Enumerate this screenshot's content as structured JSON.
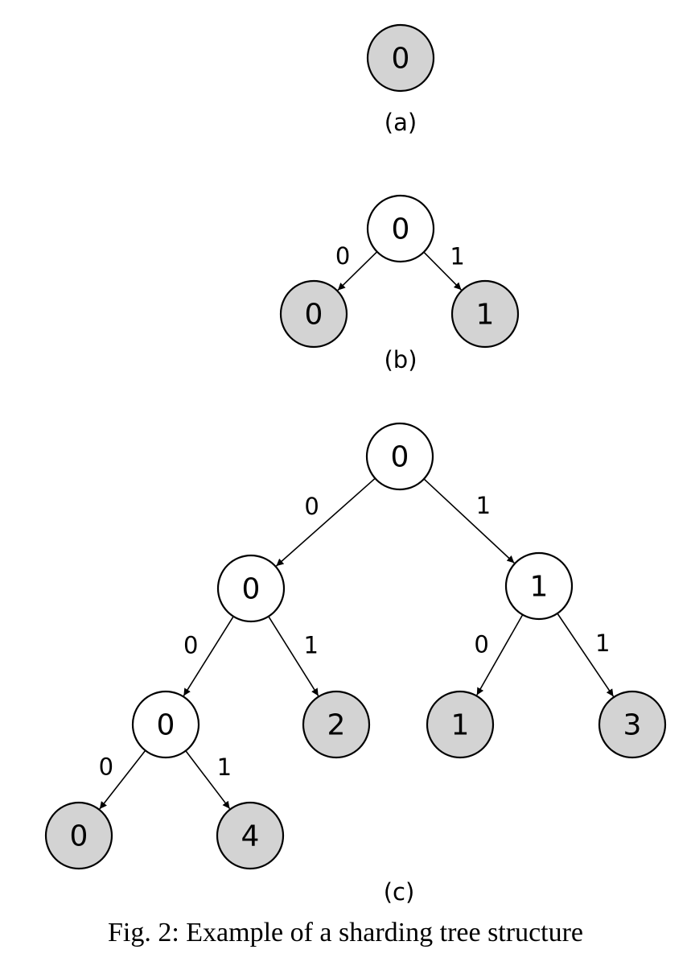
{
  "colors": {
    "leaf_fill": "#d3d3d3",
    "internal_fill": "#ffffff",
    "stroke": "#000000"
  },
  "caption": "Fig. 2: Example of a sharding tree structure",
  "subfigures": [
    {
      "id": "a",
      "label": "(a)",
      "nodes": [
        {
          "id": "a0",
          "label": "0",
          "kind": "leaf"
        }
      ],
      "edges": []
    },
    {
      "id": "b",
      "label": "(b)",
      "nodes": [
        {
          "id": "b_root",
          "label": "0",
          "kind": "internal"
        },
        {
          "id": "b_l",
          "label": "0",
          "kind": "leaf"
        },
        {
          "id": "b_r",
          "label": "1",
          "kind": "leaf"
        }
      ],
      "edges": [
        {
          "from": "b_root",
          "to": "b_l",
          "label": "0"
        },
        {
          "from": "b_root",
          "to": "b_r",
          "label": "1"
        }
      ]
    },
    {
      "id": "c",
      "label": "(c)",
      "nodes": [
        {
          "id": "c_root",
          "label": "0",
          "kind": "internal"
        },
        {
          "id": "c_l",
          "label": "0",
          "kind": "internal"
        },
        {
          "id": "c_r",
          "label": "1",
          "kind": "internal"
        },
        {
          "id": "c_ll",
          "label": "0",
          "kind": "internal"
        },
        {
          "id": "c_lr",
          "label": "2",
          "kind": "leaf"
        },
        {
          "id": "c_rl",
          "label": "1",
          "kind": "leaf"
        },
        {
          "id": "c_rr",
          "label": "3",
          "kind": "leaf"
        },
        {
          "id": "c_lll",
          "label": "0",
          "kind": "leaf"
        },
        {
          "id": "c_llr",
          "label": "4",
          "kind": "leaf"
        }
      ],
      "edges": [
        {
          "from": "c_root",
          "to": "c_l",
          "label": "0"
        },
        {
          "from": "c_root",
          "to": "c_r",
          "label": "1"
        },
        {
          "from": "c_l",
          "to": "c_ll",
          "label": "0"
        },
        {
          "from": "c_l",
          "to": "c_lr",
          "label": "1"
        },
        {
          "from": "c_r",
          "to": "c_rl",
          "label": "0"
        },
        {
          "from": "c_r",
          "to": "c_rr",
          "label": "1"
        },
        {
          "from": "c_ll",
          "to": "c_lll",
          "label": "0"
        },
        {
          "from": "c_ll",
          "to": "c_llr",
          "label": "1"
        }
      ]
    }
  ]
}
